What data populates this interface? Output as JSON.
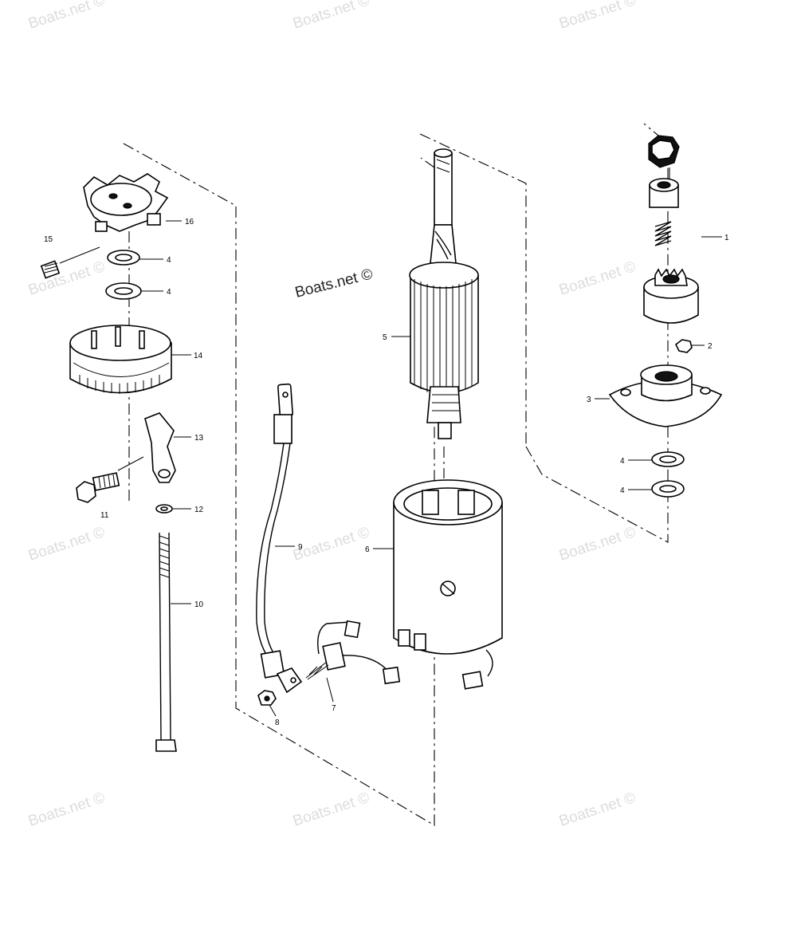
{
  "watermark": {
    "text": "Boats.net ©"
  },
  "callouts": {
    "c1": "1",
    "c2": "2",
    "c3": "3",
    "c4a": "4",
    "c4b": "4",
    "c4c": "4",
    "c4d": "4",
    "c5": "5",
    "c6": "6",
    "c7": "7",
    "c8": "8",
    "c9": "9",
    "c10": "10",
    "c11": "11",
    "c12": "12",
    "c13": "13",
    "c14": "14",
    "c15": "15",
    "c16": "16"
  },
  "colors": {
    "line": "#000000",
    "background": "#ffffff",
    "watermark": "#dcdcdc"
  }
}
